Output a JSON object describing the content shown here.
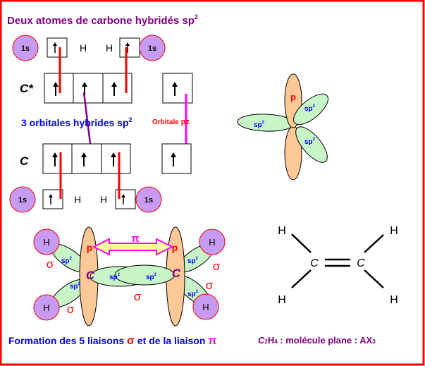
{
  "title": {
    "text": "Deux atomes de carbone hybridés sp",
    "sup": "2"
  },
  "labels": {
    "c_star": "C*",
    "c": "C",
    "h": "H",
    "one_s": "1s",
    "hybrid_text": "3 orbitales hybrides sp",
    "hybrid_sup": "2",
    "orbitale_pz": "Orbitale",
    "pz": "pz",
    "p": "p",
    "sp": "sp",
    "sp_sup": "2",
    "pi": "π",
    "sigma": "σ"
  },
  "formation": {
    "prefix": "Formation des 5 liaisons ",
    "sigma": "σ",
    "middle": " et de la liaison ",
    "pi": "π"
  },
  "caption": {
    "c": "C",
    "c_sub": "2",
    "h": "H",
    "h_sub": "4",
    "text": " : molécule plane : AX",
    "ax_sub": "3"
  },
  "colors": {
    "border": "#ff0000",
    "title": "#800080",
    "blue": "#0000ff",
    "red": "#ff0000",
    "magenta": "#ff00ff"
  }
}
